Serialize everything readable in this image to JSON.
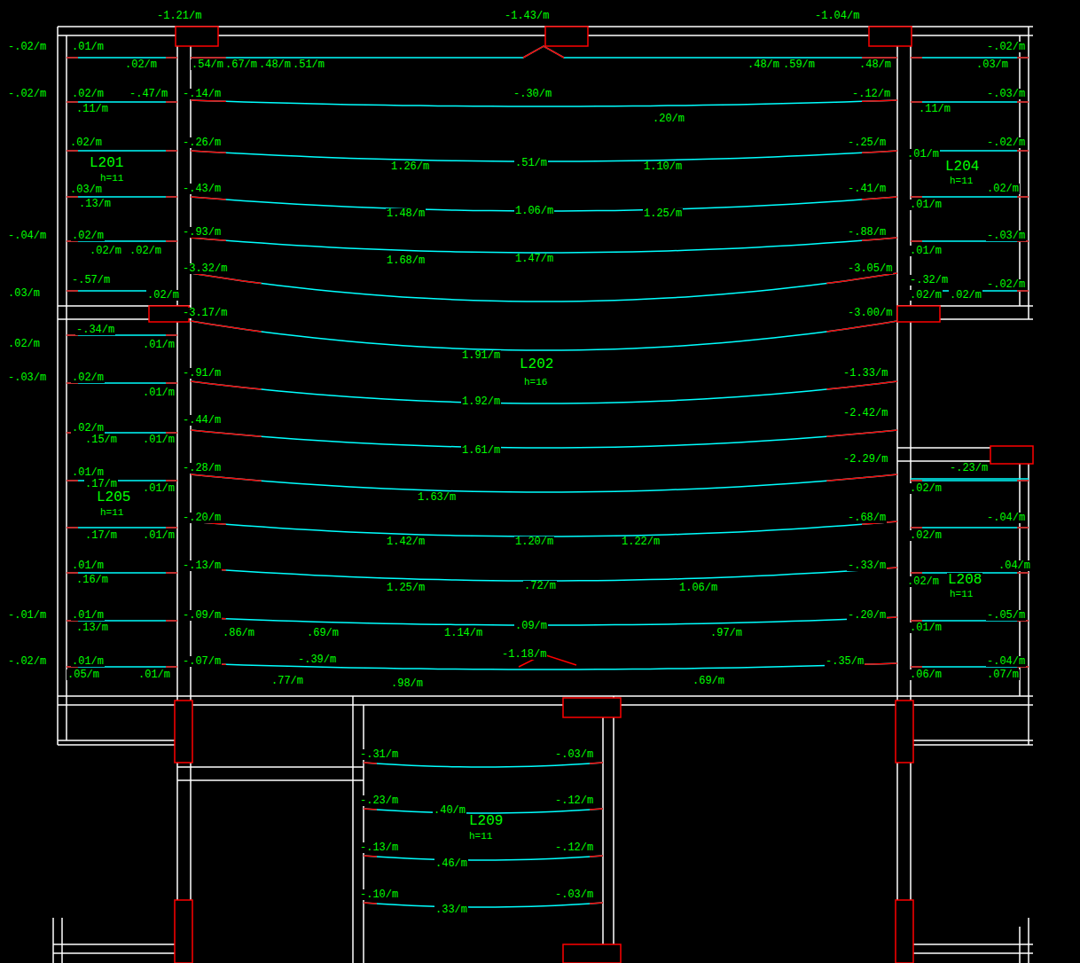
{
  "diagram": {
    "nodes": [
      {
        "text": [
          "L201",
          "h=11"
        ]
      },
      {
        "text": [
          "L202",
          "h=16"
        ]
      },
      {
        "text": [
          "L204",
          "h=11"
        ]
      },
      {
        "text": [
          "L205",
          "h=11"
        ]
      },
      {
        "text": [
          "L208",
          "h=11"
        ]
      },
      {
        "text": [
          "L209",
          "h=11"
        ]
      }
    ],
    "labels": [
      "-.02/m",
      ".01/m",
      "-1.21/m",
      "-1.43/m",
      "-1.04/m",
      "-.02/m",
      ".02/m",
      ".54/m",
      ".67/m",
      ".48/m",
      ".51/m",
      ".48/m",
      ".59/m",
      ".48/m",
      ".03/m",
      "-.02/m",
      ".02/m",
      "-.47/m",
      "-.14/m",
      "-.30/m",
      "-.12/m",
      "-.03/m",
      ".11/m",
      ".20/m",
      ".11/m",
      ".02/m",
      "-.26/m",
      "-.25/m",
      "-.02/m",
      "1.26/m",
      ".51/m",
      "1.10/m",
      ".01/m",
      ".03/m",
      "-.43/m",
      "-.41/m",
      ".02/m",
      ".13/m",
      "1.48/m",
      "1.06/m",
      "1.25/m",
      ".01/m",
      "-.04/m",
      ".02/m",
      "-.93/m",
      "-.88/m",
      "-.03/m",
      ".02/m",
      ".02/m",
      "1.68/m",
      "1.47/m",
      ".01/m",
      "-.57/m",
      "-3.32/m",
      "-3.05/m",
      ".03/m",
      ".02/m",
      "-.32/m",
      "-.02/m",
      ".02/m",
      ".02/m",
      "-3.17/m",
      "-3.00/m",
      "-.34/m",
      ".02/m",
      ".01/m",
      "1.91/m",
      "-.03/m",
      ".02/m",
      "-.91/m",
      "-1.33/m",
      ".01/m",
      "1.92/m",
      ".02/m",
      "-.44/m",
      "-2.42/m",
      ".15/m",
      ".01/m",
      "1.61/m",
      ".01/m",
      "-.28/m",
      "-2.29/m",
      "-.23/m",
      ".17/m",
      ".01/m",
      "1.63/m",
      ".02/m",
      "-.20/m",
      "-.68/m",
      "-.04/m",
      ".17/m",
      ".01/m",
      "1.42/m",
      "1.20/m",
      "1.22/m",
      ".02/m",
      ".01/m",
      "-.13/m",
      "-.33/m",
      ".04/m",
      ".16/m",
      "1.25/m",
      ".72/m",
      "1.06/m",
      ".02/m",
      "-.01/m",
      ".01/m",
      "-.09/m",
      "-.20/m",
      "-.05/m",
      ".13/m",
      ".86/m",
      ".69/m",
      "1.14/m",
      ".09/m",
      ".97/m",
      ".01/m",
      "-.02/m",
      ".01/m",
      "-.07/m",
      "-.39/m",
      "-1.18/m",
      "-.35/m",
      "-.04/m",
      ".05/m",
      ".01/m",
      ".77/m",
      ".98/m",
      ".69/m",
      ".06/m",
      ".07/m",
      "-.31/m",
      "-.03/m",
      "-.23/m",
      "-.12/m",
      ".40/m",
      "-.13/m",
      "-.12/m",
      ".46/m",
      "-.10/m",
      "-.03/m",
      ".33/m"
    ]
  }
}
